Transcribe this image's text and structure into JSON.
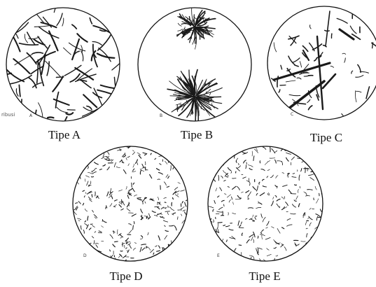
{
  "edge_text": "ribusi",
  "panels": [
    {
      "id": "a",
      "caption": "Tipe A",
      "corner_letter": "A",
      "pattern": "random-flakes"
    },
    {
      "id": "b",
      "caption": "Tipe B",
      "corner_letter": "B",
      "pattern": "rosette"
    },
    {
      "id": "c",
      "caption": "Tipe C",
      "corner_letter": "C",
      "pattern": "coarse-plates"
    },
    {
      "id": "d",
      "caption": "Tipe D",
      "corner_letter": "D",
      "pattern": "interdendritic-segregated"
    },
    {
      "id": "e",
      "caption": "Tipe E",
      "corner_letter": "E",
      "pattern": "interdendritic-oriented"
    }
  ],
  "colors": {
    "ink": "#1a1a1a",
    "outline": "#111111",
    "background": "#ffffff"
  }
}
